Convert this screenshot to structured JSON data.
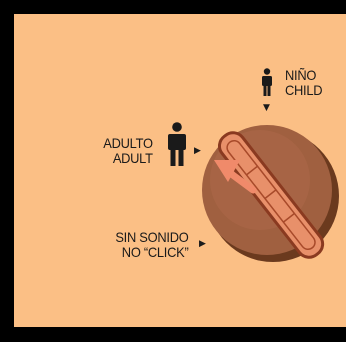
{
  "colors": {
    "background": "#fbbf85",
    "frame": "#000000",
    "icon": "#1a1a1a",
    "dial_shadow": "#6b3a1e",
    "dial_face": "#a06040",
    "dial_highlight": "#b87050",
    "knob_outline": "#8a3a20",
    "knob_fill": "#e8906a",
    "arrow": "#f08a6a"
  },
  "positions": {
    "child": {
      "line1": "NIÑO",
      "line2": "CHILD",
      "icon": "person-small-icon"
    },
    "adult": {
      "line1": "ADULTO",
      "line2": "ADULT",
      "icon": "person-large-icon"
    },
    "mute": {
      "line1": "SIN SONIDO",
      "line2": "NO “CLICK”"
    }
  },
  "pointers": {
    "child": "▼",
    "adult": "▶",
    "mute": "▶"
  }
}
